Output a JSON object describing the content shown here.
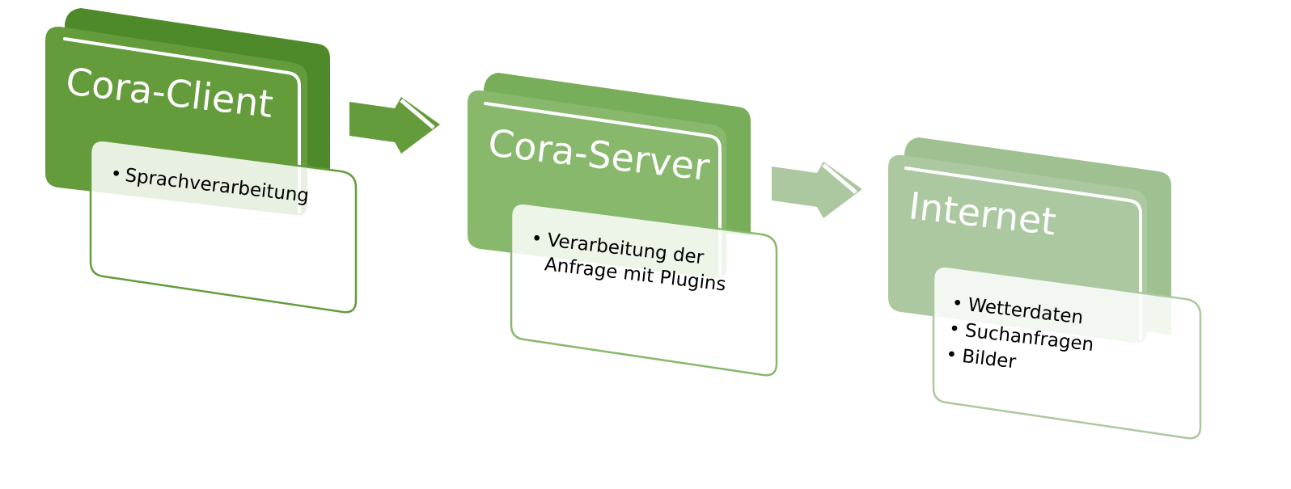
{
  "colors": {
    "step1": "#649c3c",
    "step2": "#88b86c",
    "step3": "#acc8a0"
  },
  "steps": [
    {
      "title": "Cora-Client",
      "bullets": [
        "Sprachverarbeitung"
      ]
    },
    {
      "title": "Cora-Server",
      "bullets": [
        "Verarbeitung der",
        "Anfrage mit Plugins"
      ]
    },
    {
      "title": "Internet",
      "bullets": [
        "Wetterdaten",
        "Suchanfragen",
        "Bilder"
      ]
    }
  ]
}
